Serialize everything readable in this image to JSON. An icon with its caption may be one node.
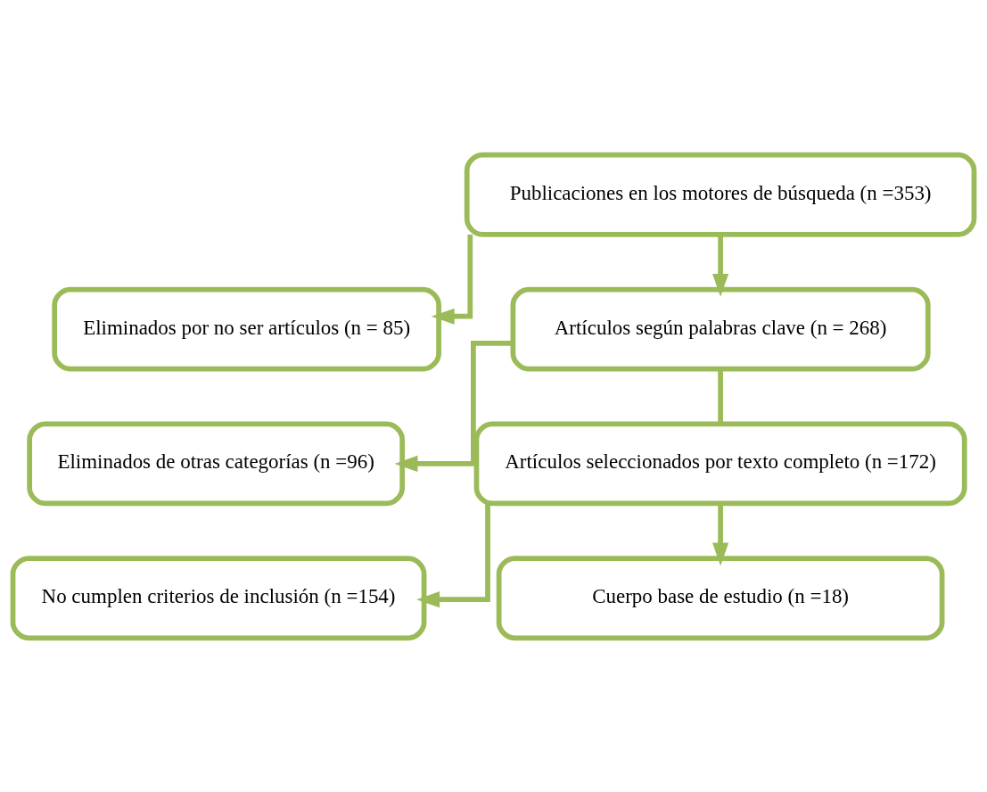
{
  "diagram": {
    "nodes": [
      {
        "text": [
          "Publicaciones en los motores de búsqueda (n =353)"
        ]
      },
      {
        "text": [
          "Eliminados por no ser artículos (n = 85)"
        ]
      },
      {
        "text": [
          "Artículos según palabras clave (n = 268)"
        ]
      },
      {
        "text": [
          "Eliminados de otras categorías (n =96)"
        ]
      },
      {
        "text": [
          "Artículos seleccionados por texto completo (n =172)"
        ]
      },
      {
        "text": [
          "No cumplen criterios de inclusión (n =154)"
        ]
      },
      {
        "text": [
          "Cuerpo base de estudio (n =18)"
        ]
      }
    ],
    "edges": [
      {
        "from": 0,
        "to": 2,
        "arrow": "to"
      },
      {
        "from": 0,
        "to": 1,
        "arrow": "to"
      },
      {
        "from": 2,
        "to": 4,
        "arrow": "none"
      },
      {
        "from": 2,
        "to": 3,
        "arrow": "to"
      },
      {
        "from": 4,
        "to": 6,
        "arrow": "to"
      },
      {
        "from": 4,
        "to": 5,
        "arrow": "to"
      }
    ]
  }
}
